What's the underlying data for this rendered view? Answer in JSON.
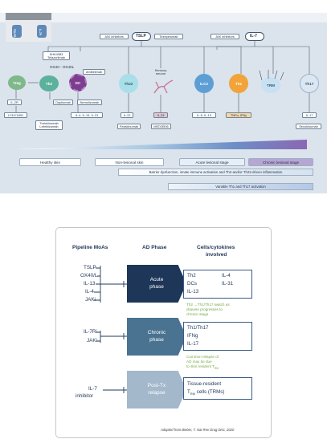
{
  "top": {
    "receptors": [
      "TSLPR",
      "IL-7R"
    ],
    "hubs": [
      {
        "label": "TSLP",
        "left_drug": "JAK inhibitors",
        "right_drug": "Tezepelumab"
      },
      {
        "label": "IL-7",
        "left_drug": "JAK inhibitors",
        "right_drug": ""
      }
    ],
    "ox_drug_top": "KHK4083",
    "ox_drug_bottom": "Telazorlimab",
    "ox_label": "OX40 - OX40L",
    "ox_right_drug": "Amlitelimab",
    "cells": [
      "Treg",
      "Th2",
      "DC",
      "Th22",
      "Sensory neuron",
      "ILC2",
      "Th1",
      "TRM",
      "Th17"
    ],
    "treg_receptor": "IL-2R",
    "treg_drug": "LY3471851",
    "th2_drugs": [
      "Dupilumab",
      "Tralokinumab",
      "Lebrikizumab"
    ],
    "th2_extra_drug": "Nemolizumab",
    "th2_cytokines": "IL-4, IL-13, IL-31",
    "th22_cytokine": "IL-22",
    "th22_drug": "Fezakinumab",
    "neuron_cytokine": "IL-33",
    "neuron_drug": "MEDI3506",
    "ilc2_cytokines": "IL-5, IL-13",
    "th1_cytokines": "TNFα, IFNγ",
    "th17_cytokine": "IL-17",
    "th17_drug": "Secukinumab",
    "stages": [
      "Healthy skin",
      "Non-lesional skin",
      "Acute lesional stage",
      "Chronic lesional stage"
    ],
    "bar1": "Barrier dysfunction, innate immune activation and Th2-and/or Th22-driven inflammation",
    "bar2": "Variable Th1 and Th17 activation"
  },
  "bottom": {
    "headers": {
      "pipeline": "Pipeline MoAs",
      "phase": "AD Phase",
      "cells": "Cells/cytokines",
      "cells2": "involved"
    },
    "pipeline_groups": [
      [
        "TSLP",
        "OX40/L",
        "IL-13",
        "IL-4",
        "JAKi"
      ],
      [
        "IL-7Ri",
        "JAKi"
      ],
      [
        "IL-7",
        "inhibitor"
      ]
    ],
    "phases": [
      {
        "line1": "Acute",
        "line2": "phase",
        "color": "#1e3658"
      },
      {
        "line1": "Chronic",
        "line2": "phase",
        "color": "#4a7391"
      },
      {
        "line1": "Post-Tx",
        "line2": "relapse",
        "color": "#a3b8cb"
      }
    ],
    "acute_cells": {
      "c1": [
        "Th2",
        "DCs",
        "IL-13"
      ],
      "c2": [
        "IL-4",
        "IL-31"
      ]
    },
    "acute_note": [
      "Th2 →Th1/Th17 switch as",
      "disease progresses to",
      "chronic stage"
    ],
    "chronic_cells": [
      "Th1/Th17",
      "IFNg",
      "IL-17"
    ],
    "chronic_note": [
      "Common relapse of",
      "AD may be due",
      "to skin resident T"
    ],
    "chronic_note_sub": "RM",
    "relapse_cells": {
      "l1": "Tissue-resident",
      "l2_pre": "T",
      "l2_sub": "RM",
      "l2_post": " cells (TRMs)"
    },
    "source": "Adapted from Bieber, T. Nat Rev Drug Disc, 2020"
  }
}
